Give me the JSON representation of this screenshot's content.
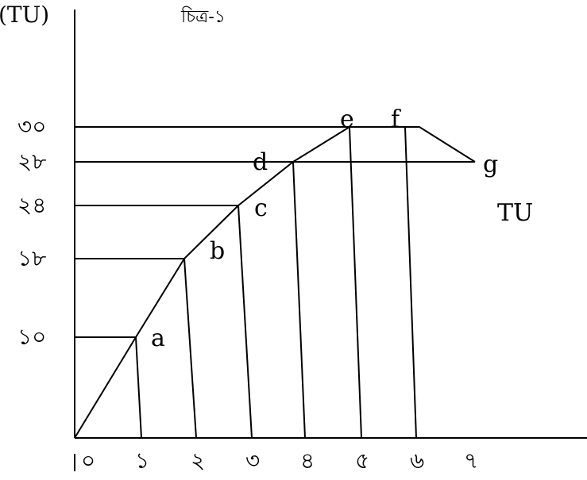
{
  "figure": {
    "title": "চিত্র-১",
    "y_axis_label": "(TU)",
    "curve_label": "TU",
    "y_ticks": [
      "১০",
      "১৮",
      "২৪",
      "২৮",
      "৩০"
    ],
    "x_ticks": [
      "০",
      "১",
      "২",
      "৩",
      "৪",
      "৫",
      "৬",
      "৭"
    ],
    "points": [
      "a",
      "b",
      "c",
      "d",
      "e",
      "f",
      "g"
    ],
    "colors": {
      "ink": "#000000",
      "background": "#ffffff"
    }
  }
}
